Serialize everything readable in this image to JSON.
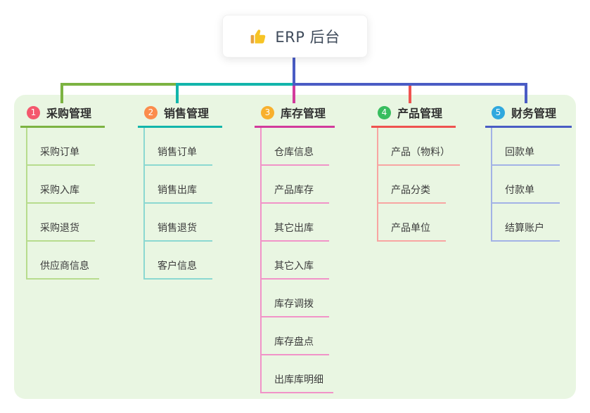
{
  "root": {
    "label": "ERP 后台",
    "icon": "thumbs-up"
  },
  "panel": {
    "background": "#e9f6e2"
  },
  "connector": {
    "root_color": "#4a5cc4"
  },
  "branches": [
    {
      "number": "1",
      "label": "采购管理",
      "badge_color": "#f4586d",
      "line_color": "#7cb342",
      "sub_line_color": "#b7dc8d",
      "children": [
        "采购订单",
        "采购入库",
        "采购退货",
        "供应商信息"
      ]
    },
    {
      "number": "2",
      "label": "销售管理",
      "badge_color": "#fb8c4c",
      "line_color": "#12b5ab",
      "sub_line_color": "#8bd8d1",
      "children": [
        "销售订单",
        "销售出库",
        "销售退货",
        "客户信息"
      ]
    },
    {
      "number": "3",
      "label": "库存管理",
      "badge_color": "#f8b02d",
      "line_color": "#d23b9c",
      "sub_line_color": "#f193c8",
      "children": [
        "仓库信息",
        "产品库存",
        "其它出库",
        "其它入库",
        "库存调拨",
        "库存盘点",
        "出库库明细"
      ]
    },
    {
      "number": "4",
      "label": "产品管理",
      "badge_color": "#38bd5f",
      "line_color": "#ef5350",
      "sub_line_color": "#f8a5a2",
      "children": [
        "产品（物料）",
        "产品分类",
        "产品单位"
      ]
    },
    {
      "number": "5",
      "label": "财务管理",
      "badge_color": "#2fa8de",
      "line_color": "#4a5cc4",
      "sub_line_color": "#a2b2e6",
      "children": [
        "回款单",
        "付款单",
        "结算账户"
      ]
    }
  ]
}
